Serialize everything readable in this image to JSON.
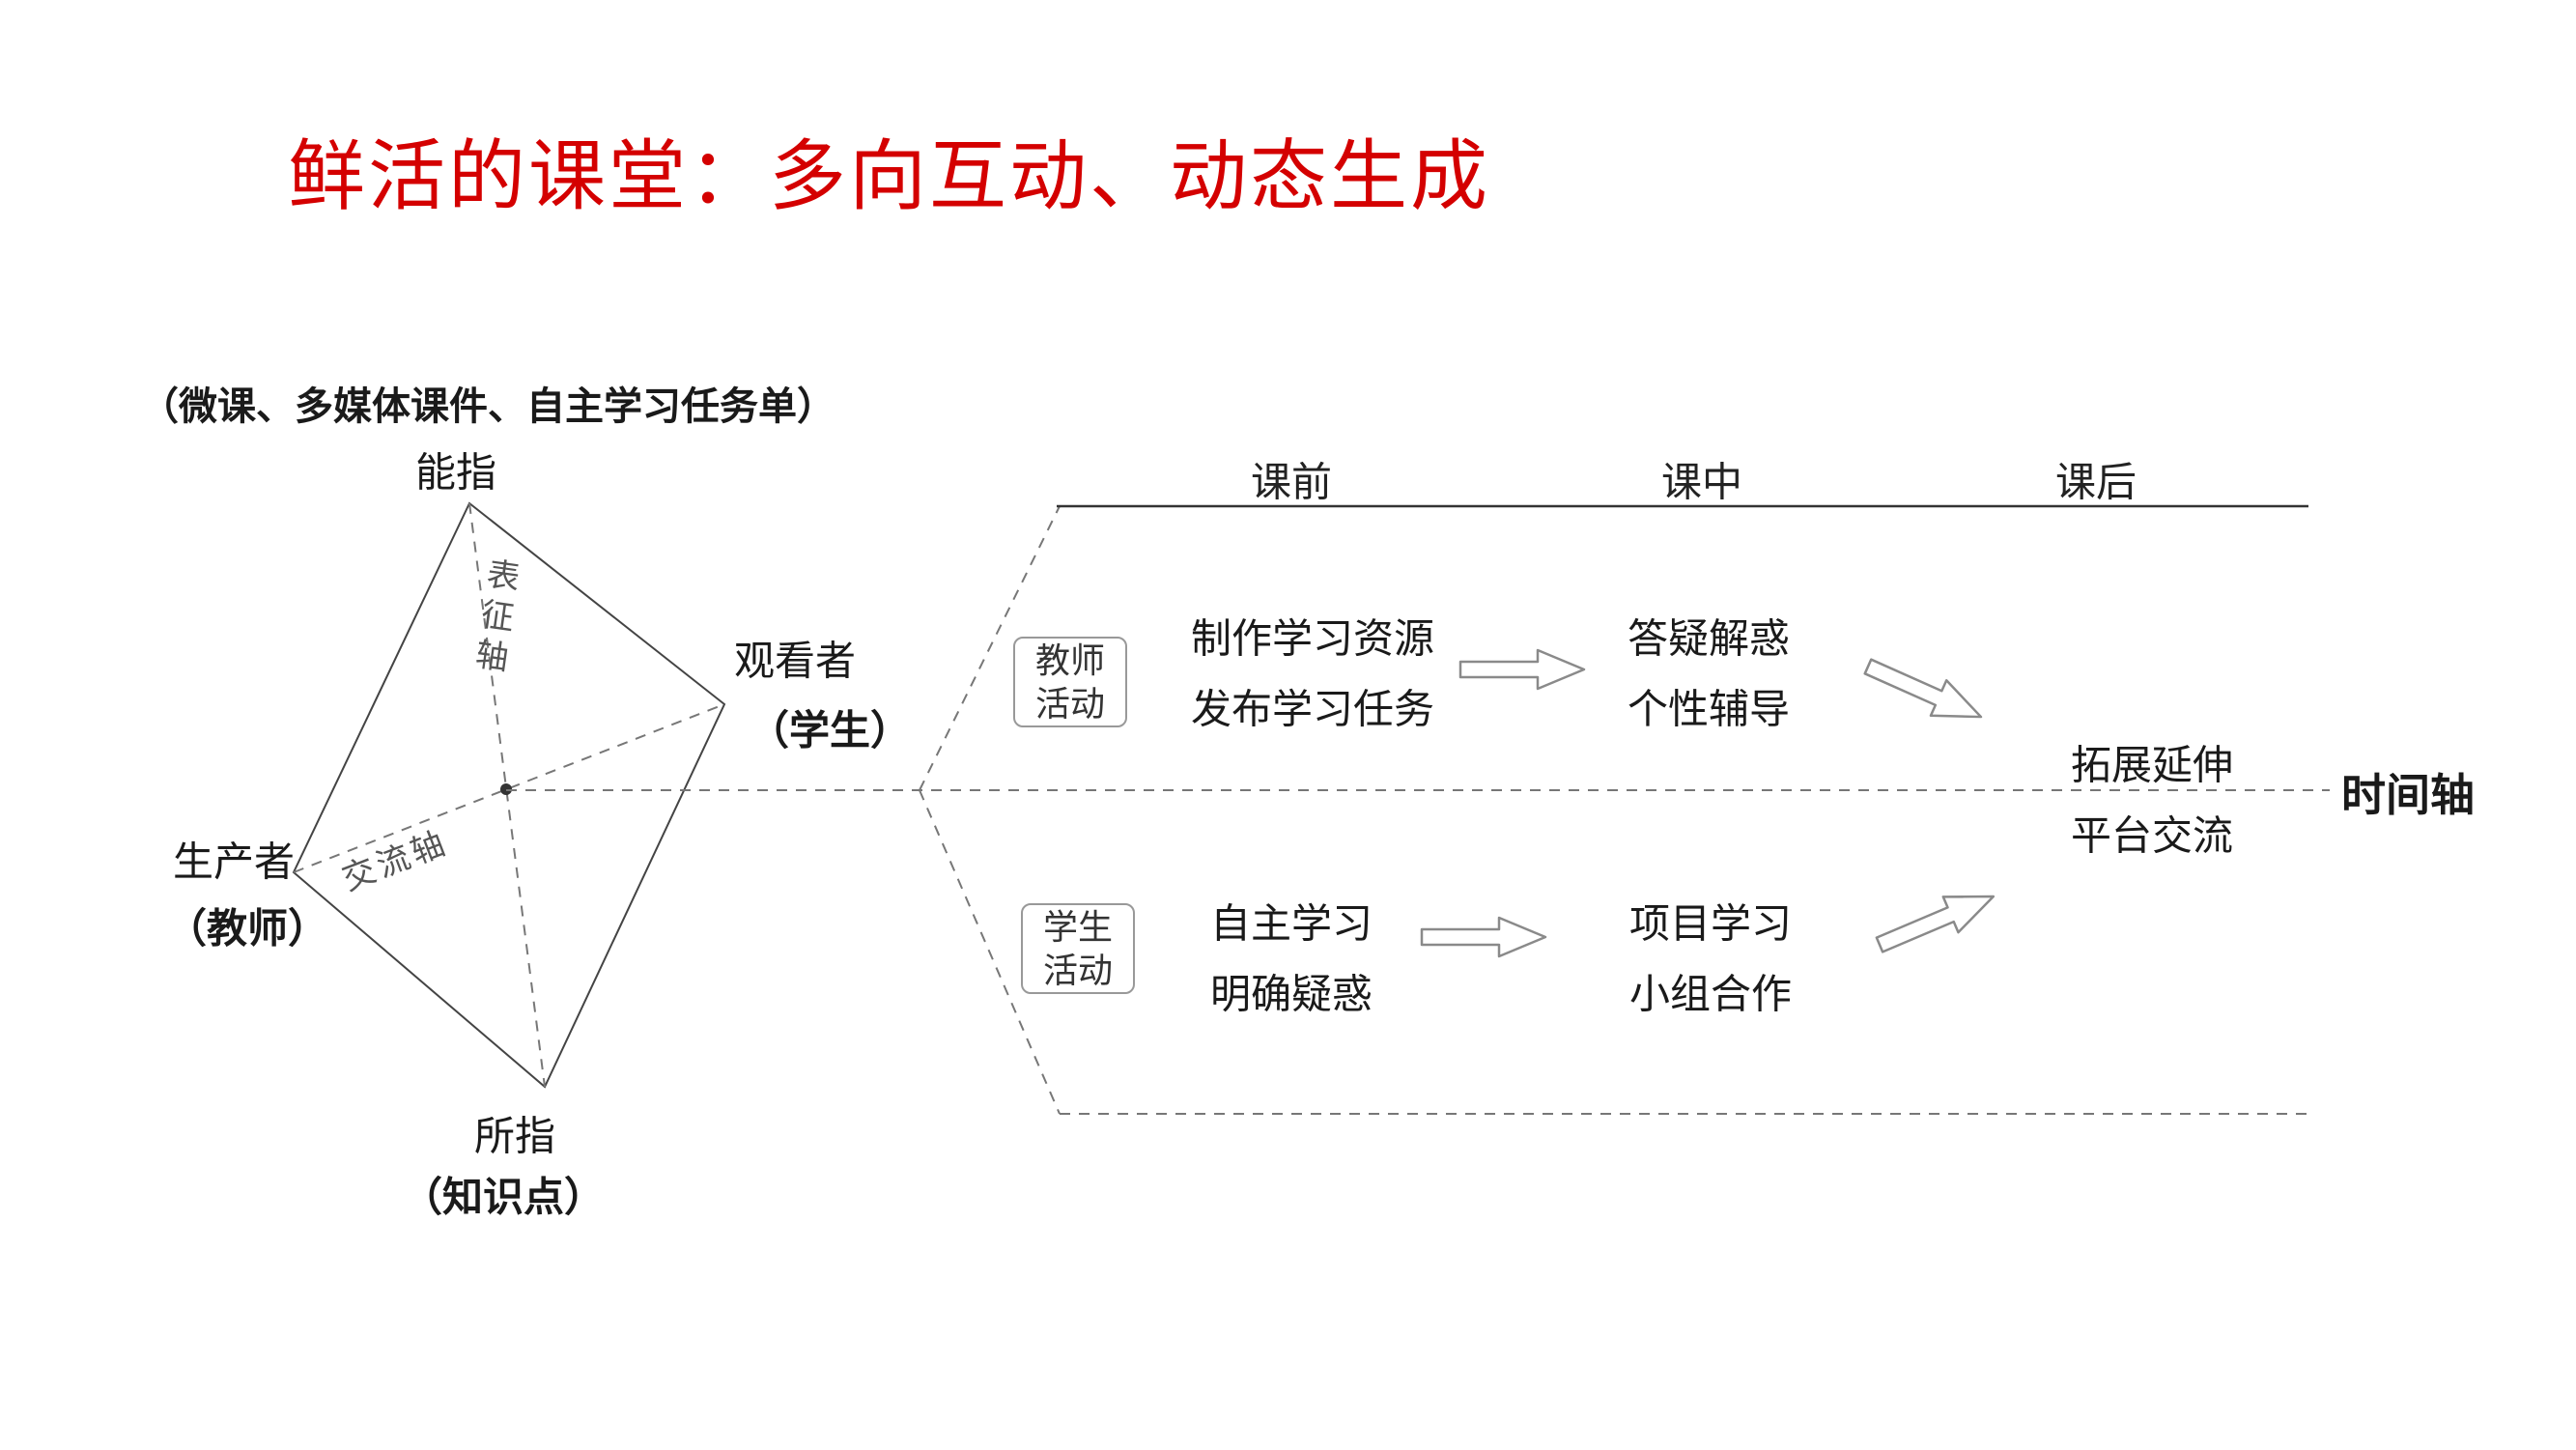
{
  "slide": {
    "title": "鲜活的课堂：多向互动、动态生成"
  },
  "semiotic_diamond": {
    "resources_note": "（微课、多媒体课件、自主学习任务单）",
    "top_vertex": "能指",
    "right_vertex": "观看者",
    "right_vertex_sub": "（学生）",
    "left_vertex": "生产者",
    "left_vertex_sub": "（教师）",
    "bottom_vertex": "所指",
    "bottom_vertex_sub": "（知识点）",
    "vertical_axis": "表征轴",
    "horizontal_axis": "交流轴"
  },
  "timeline": {
    "phases": [
      "课前",
      "课中",
      "课后"
    ],
    "axis_label": "时间轴",
    "teacher": {
      "role_lines": [
        "教师",
        "活动"
      ],
      "pre_class": [
        "制作学习资源",
        "发布学习任务"
      ],
      "in_class": [
        "答疑解惑",
        "个性辅导"
      ]
    },
    "student": {
      "role_lines": [
        "学生",
        "活动"
      ],
      "pre_class": [
        "自主学习",
        "明确疑惑"
      ],
      "in_class": [
        "项目学习",
        "小组合作"
      ]
    },
    "after_class": [
      "拓展延伸",
      "平台交流"
    ]
  },
  "colors": {
    "title_red": "#d40000",
    "line_gray": "#555555",
    "dash_gray": "#777777",
    "text_dark": "#1a1a1a"
  }
}
